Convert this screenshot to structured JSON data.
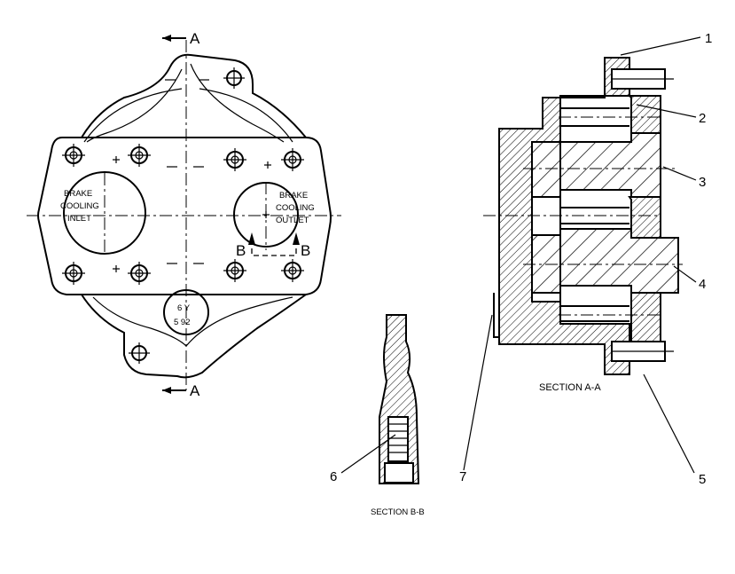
{
  "front_view": {
    "section_marker_top": "A",
    "section_marker_bottom": "A",
    "inlet_label": [
      "BRAKE",
      "COOLING",
      "INLET"
    ],
    "outlet_label": [
      "BRAKE",
      "COOLING",
      "OUTLET"
    ],
    "section_b_left": "B",
    "section_b_right": "B",
    "stamp_lines": [
      "6 Y",
      "5 92"
    ]
  },
  "section_a_title": "SECTION  A-A",
  "section_b_title": "SECTION B-B",
  "callouts": [
    "1",
    "2",
    "3",
    "4",
    "5",
    "6",
    "7"
  ]
}
